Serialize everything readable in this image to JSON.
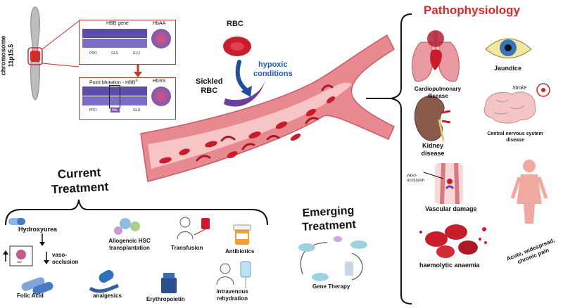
{
  "colors": {
    "accent_red": "#d62828",
    "vessel": "#e8888f",
    "vessel_inner": "#f7c5c5",
    "rbc": "#c81e2b",
    "sickle": "#6a3fa0",
    "arrow_blue": "#1f4e9c",
    "hypoxic_text": "#1f5fbf"
  },
  "chromosome": {
    "label_line1": "chromosome",
    "label_line2": "11p15.5"
  },
  "genetics": {
    "normal": {
      "gene_label": "HBB gene",
      "protein_label": "HbAA",
      "aa": [
        "PRO",
        "GLU",
        "GLU"
      ]
    },
    "mutant": {
      "gene_label": "Point Mutation - HBB",
      "superscript": "S",
      "protein_label": "HbSS",
      "aa": [
        "PRO",
        "VAL",
        "GLU"
      ]
    }
  },
  "rbc_section": {
    "rbc_label": "RBC",
    "hypoxic_line1": "hypoxic",
    "hypoxic_line2": "conditions",
    "sickled_line1": "Sickled",
    "sickled_line2": "RBC"
  },
  "pathophysiology": {
    "title": "Pathophysiology",
    "items": {
      "cardiopulmonary": "Cardiopulmonary disease",
      "jaundice": "Jaundice",
      "stroke": "Stroke",
      "kidney": "Kidney disease",
      "cns": "Central nervous system disease",
      "vaso_occlusion": "vaso-occlusion",
      "vascular": "Vascular damage",
      "pain": "Acute, widespread, chronic pain",
      "anaemia": "haemolytic anaemia"
    }
  },
  "current_treatment": {
    "title_line1": "Current",
    "title_line2": "Treatment",
    "hydroxyurea": "Hydroxyurea",
    "hbf": "HbF",
    "vaso": "vaso-occlusion",
    "hsc": "Allogeneic HSC transplantation",
    "transfusion": "Transfusion",
    "antibiotics": "Antibiotics",
    "folic_acid": "Folic Acid",
    "analgesics": "analgesics",
    "erythropoietin": "Erythropoietin",
    "iv": "intravenous rehydration"
  },
  "emerging_treatment": {
    "title_line1": "Emerging",
    "title_line2": "Treatment",
    "gene_therapy": "Gene Therapy"
  }
}
